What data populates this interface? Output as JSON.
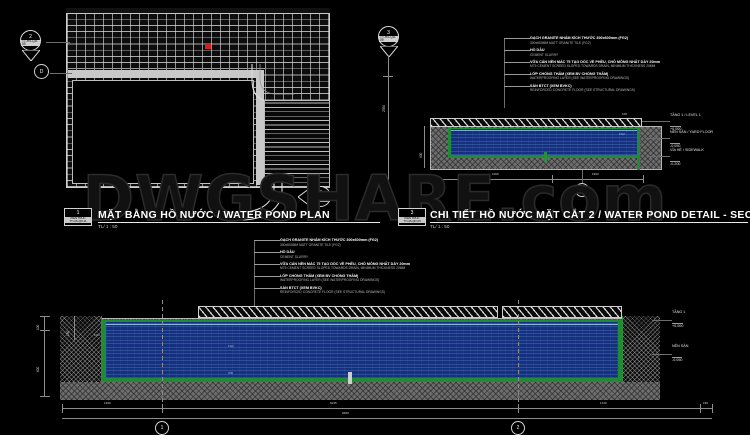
{
  "meta": {
    "watermark": "DWGSHARE.com",
    "background_color": "#000000",
    "line_color": "#cfcfcf",
    "water_color": "#15307e",
    "waterproof_color": "#1f8b34"
  },
  "titles": {
    "plan": {
      "tag_number": "1",
      "tag_code_line1": "KIEN TRUC",
      "tag_code_line2": "TT-HS-QD-11",
      "text": "MẶT BẰNG HỒ NƯỚC / WATER POND PLAN",
      "scale": "TL/ 1 : 50"
    },
    "section_b": {
      "tag_number": "3",
      "tag_code_line1": "KIEN TRUC",
      "tag_code_line2": "TT-HS-QD-09",
      "text": "CHI TIẾT HỒ NƯỚC MẶT CẮT 2 / WATER POND DETAIL - SECTION B",
      "scale": "TL/ 1 : 50"
    }
  },
  "spec_callout": {
    "items": [
      {
        "vn": "GẠCH GRANITE NHÁM KÍCH THƯỚC 300x600mm (FG2)",
        "en": "300x600MM MATT GRANITE TILE (FG2)"
      },
      {
        "vn": "HỒ DẦU",
        "en": "CEMENT SLURRY"
      },
      {
        "vn": "VỮA CÁN NỀN MÁC 75 TẠO DỐC VỀ PHỄU, CHỖ MỎNG NHẤT DÀY 20mm",
        "en": "M75 CEMENT SCREED SLOPED TOWARDS DRAIN, MINIMUM THICKNESS 20MM"
      },
      {
        "vn": "LỚP CHỐNG THẤM (XEM BV CHỐNG THẤM)",
        "en": "WATERPROOFING LAYER (SEE WATERPROOFING DRAWINGS)"
      },
      {
        "vn": "SÀN BTCT (XEM BVKC)",
        "en": "REINFORCED CONCRETE FLOOR (SEE STRUCTURAL DRAWINGS)"
      }
    ]
  },
  "levels_section_a": [
    {
      "label": "TẦNG 1 / LEVEL 1",
      "value": "+0.000"
    },
    {
      "label": "NỀN SÂN / YARD FLOOR",
      "value": "-0.050"
    },
    {
      "label": "VỈA HÈ / SIDEWALK",
      "value": "-0.200"
    }
  ],
  "levels_section_b": [
    {
      "label": "TẦNG 1",
      "value": "+0.000"
    },
    {
      "label": "NỀN SÂN",
      "value": "-0.050"
    }
  ],
  "grid_bubbles": {
    "plan_left": "D",
    "section_a_bottom": "D",
    "section_b_bottom_left": "1",
    "section_b_bottom_right": "2"
  },
  "section_markers": {
    "plan_top_left": {
      "number": "2",
      "ref": "TT-HS-QD-09"
    },
    "plan_top_right": {
      "number": "3",
      "ref": "TT-HS-QD-09"
    },
    "plan_bottom": {
      "number": "3",
      "ref": "TT-HS-QD-09"
    }
  },
  "dimensions": {
    "section_b_bottom": [
      "1200",
      "6235",
      "1720",
      "150"
    ],
    "section_b_overall": "9480",
    "section_a_bottom": [
      "1000",
      "1900",
      "100"
    ],
    "plan_right": [
      "2350",
      "900"
    ],
    "section_b_left_vertical": [
      "100",
      "150",
      "600"
    ]
  },
  "annotations": {
    "water_label": "FG2",
    "drain_label": "WB",
    "pond_tag_left": "FG2",
    "pond_tag_right": "FG2"
  }
}
